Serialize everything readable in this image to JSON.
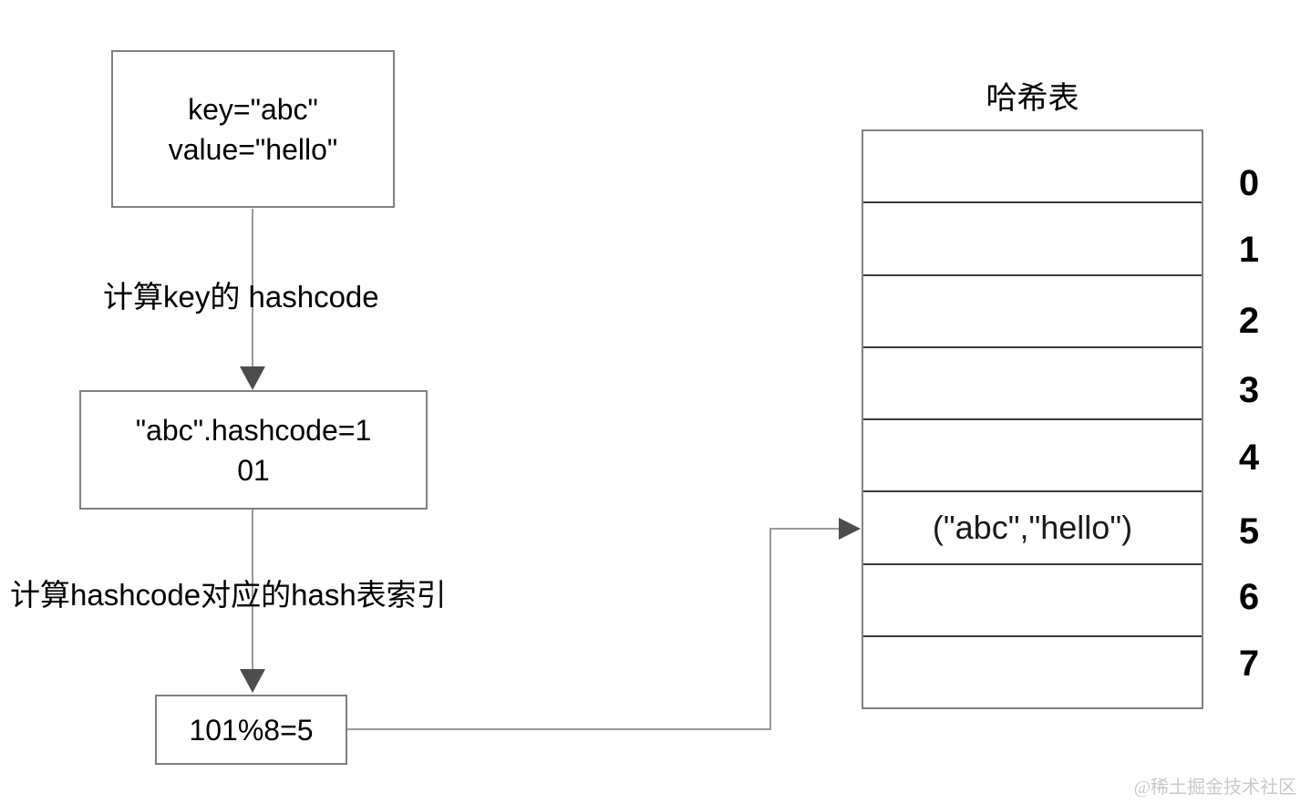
{
  "diagram": {
    "flow": {
      "key_value_box": {
        "line1": "key=\"abc\"",
        "line2": "value=\"hello\""
      },
      "step1_label": "计算key的 hashcode",
      "hashcode_box": {
        "line1": "\"abc\".hashcode=1",
        "line2": "01"
      },
      "step2_label": "计算hashcode对应的hash表索引",
      "index_box": {
        "text": "101%8=5"
      }
    },
    "hash_table": {
      "title": "哈希表",
      "rows": [
        {
          "index": "0",
          "value": ""
        },
        {
          "index": "1",
          "value": ""
        },
        {
          "index": "2",
          "value": ""
        },
        {
          "index": "3",
          "value": ""
        },
        {
          "index": "4",
          "value": ""
        },
        {
          "index": "5",
          "value": "(\"abc\",\"hello\")"
        },
        {
          "index": "6",
          "value": ""
        },
        {
          "index": "7",
          "value": ""
        }
      ]
    },
    "watermark": "@稀土掘金技术社区",
    "colors": {
      "box_border": "#808080",
      "connector_line": "#999999",
      "arrowhead": "#4d4d4d",
      "table_outer_border": "#808080",
      "table_row_divider": "#3a3a3a",
      "text": "#000000",
      "watermark_text": "#c9c9c9"
    }
  }
}
